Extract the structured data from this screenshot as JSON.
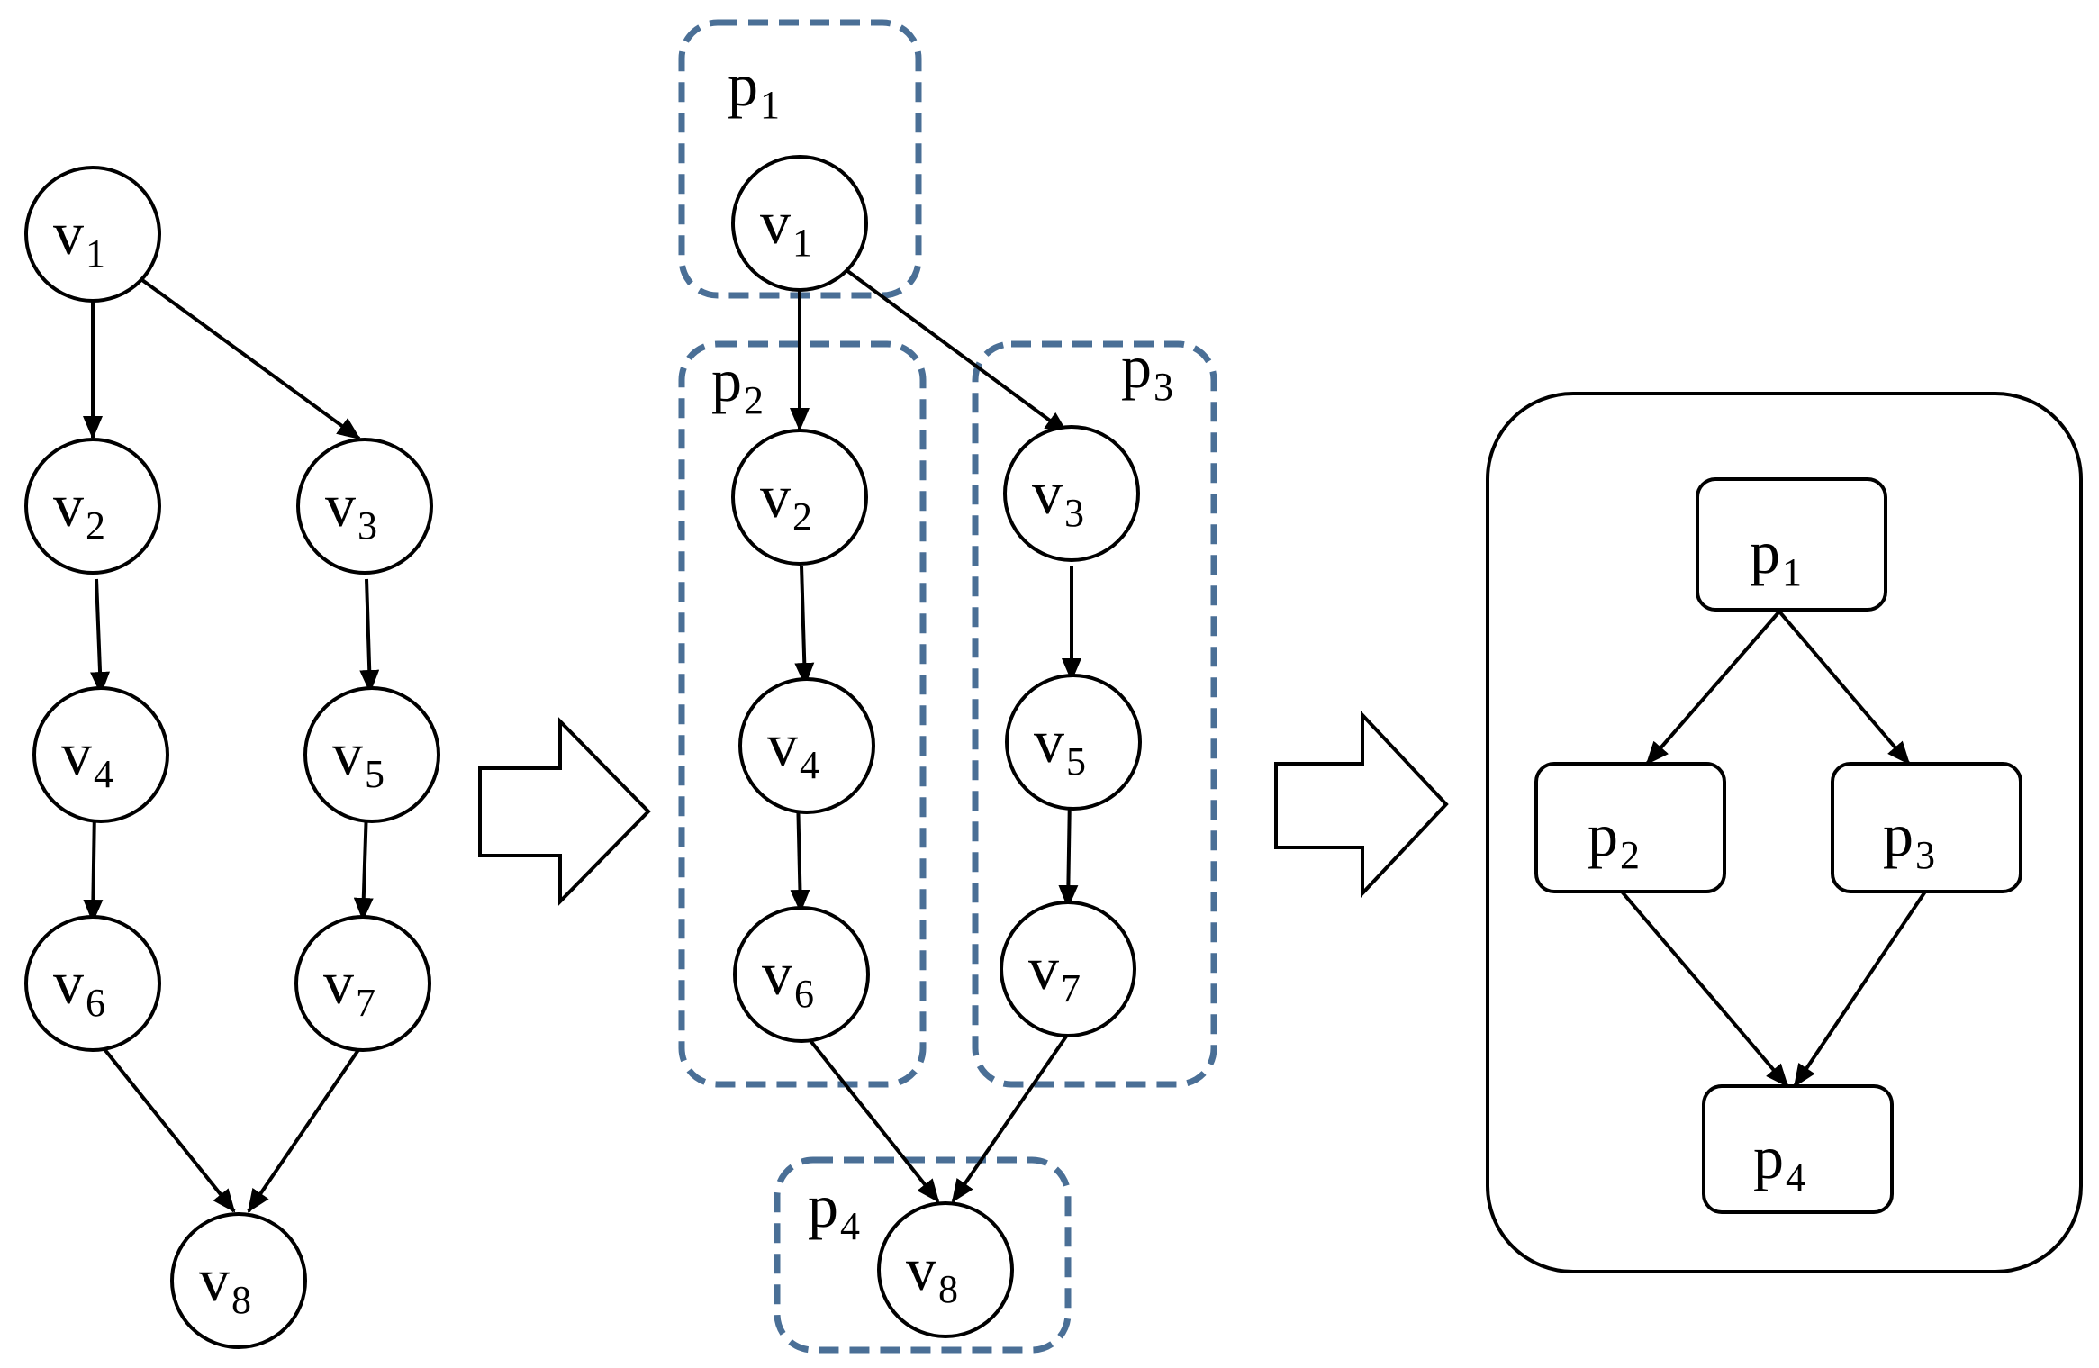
{
  "colors": {
    "stroke": "#000000",
    "partition_border": "#4a6f96",
    "background": "#ffffff"
  },
  "original_graph": {
    "nodes": [
      {
        "main": "v",
        "sub": "1"
      },
      {
        "main": "v",
        "sub": "2"
      },
      {
        "main": "v",
        "sub": "3"
      },
      {
        "main": "v",
        "sub": "4"
      },
      {
        "main": "v",
        "sub": "5"
      },
      {
        "main": "v",
        "sub": "6"
      },
      {
        "main": "v",
        "sub": "7"
      },
      {
        "main": "v",
        "sub": "8"
      }
    ]
  },
  "partitioned_graph": {
    "partitions": [
      {
        "main": "p",
        "sub": "1"
      },
      {
        "main": "p",
        "sub": "2"
      },
      {
        "main": "p",
        "sub": "3"
      },
      {
        "main": "p",
        "sub": "4"
      }
    ],
    "nodes": [
      {
        "main": "v",
        "sub": "1"
      },
      {
        "main": "v",
        "sub": "2"
      },
      {
        "main": "v",
        "sub": "3"
      },
      {
        "main": "v",
        "sub": "4"
      },
      {
        "main": "v",
        "sub": "5"
      },
      {
        "main": "v",
        "sub": "6"
      },
      {
        "main": "v",
        "sub": "7"
      },
      {
        "main": "v",
        "sub": "8"
      }
    ]
  },
  "partition_dag": {
    "nodes": [
      {
        "main": "p",
        "sub": "1"
      },
      {
        "main": "p",
        "sub": "2"
      },
      {
        "main": "p",
        "sub": "3"
      },
      {
        "main": "p",
        "sub": "4"
      }
    ]
  }
}
